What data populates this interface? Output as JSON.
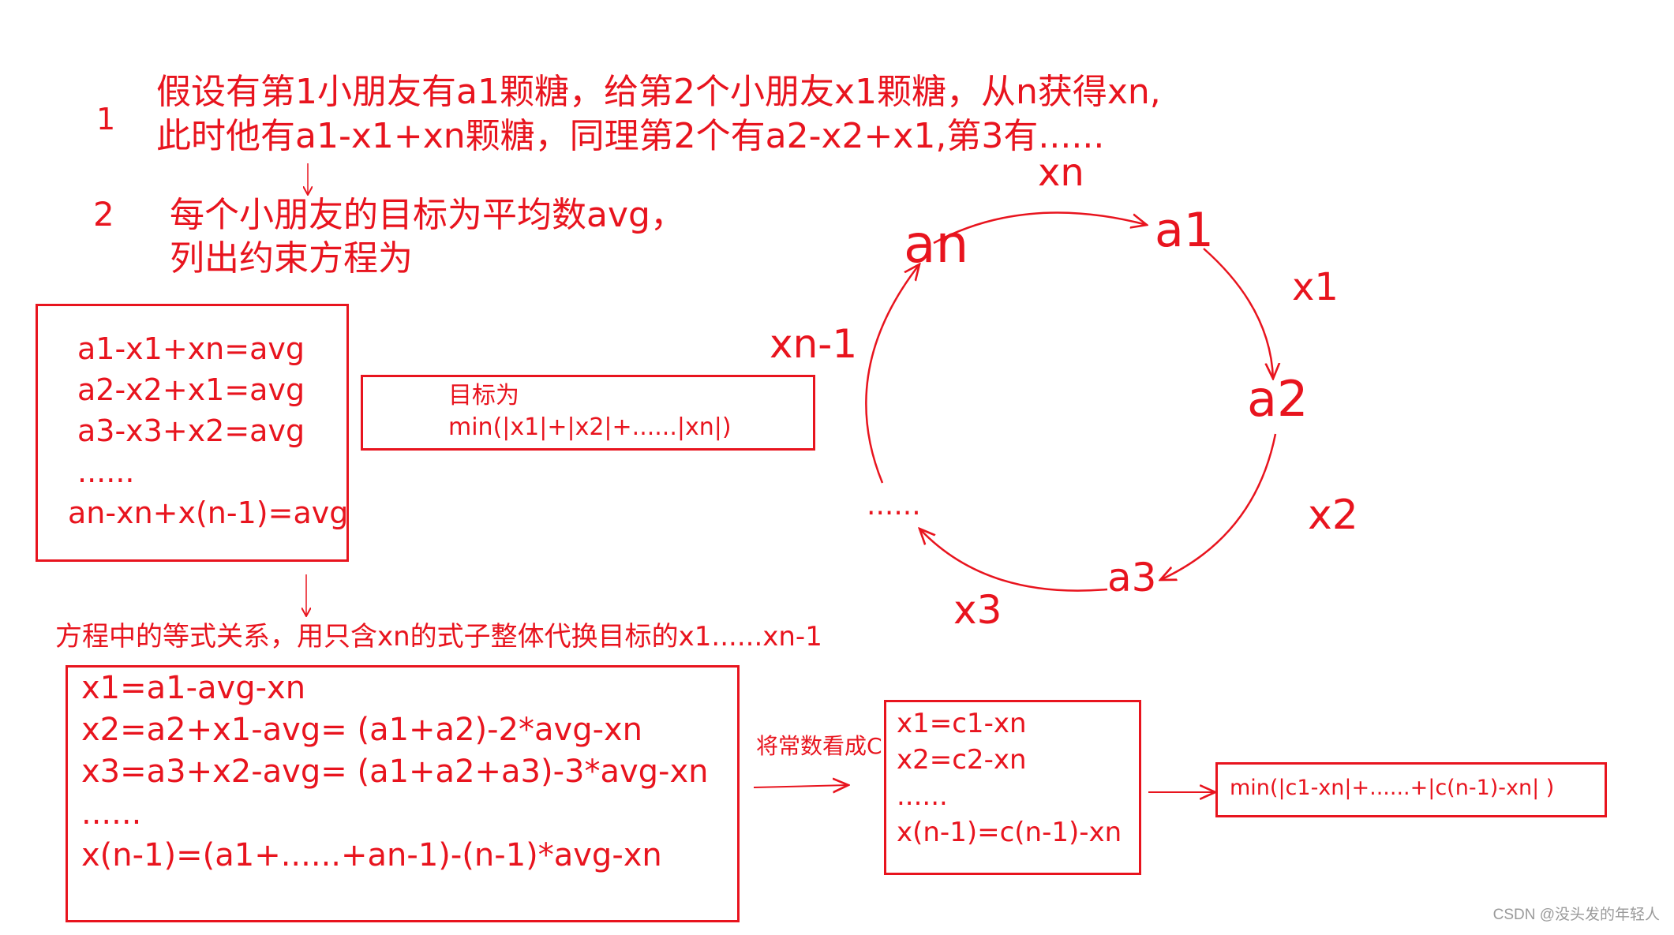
{
  "colors": {
    "ink": "#e8141e",
    "background": "#ffffff",
    "watermark": "#9a9a9a"
  },
  "step1": {
    "number": "1",
    "line1": "假设有第1小朋友有a1颗糖，给第2个小朋友x1颗糖，从n获得xn,",
    "line2": "此时他有a1-x1+xn颗糖，同理第2个有a2-x2+x1,第3有......"
  },
  "step2": {
    "number": "2",
    "line1": "每个小朋友的目标为平均数avg，",
    "line2": "列出约束方程为"
  },
  "equations_box": {
    "lines": [
      "a1-x1+xn=avg",
      "a2-x2+x1=avg",
      "a3-x3+x2=avg",
      "......",
      "an-xn+x(n-1)=avg"
    ]
  },
  "goal_box": {
    "line1": "目标为",
    "line2": "min(|x1|+|x2|+......|xn|)"
  },
  "cycle": {
    "nodes": {
      "an": "an",
      "a1": "a1",
      "a2": "a2",
      "a3": "a3",
      "dots": "......"
    },
    "edges": {
      "xn": "xn",
      "x1": "x1",
      "x2": "x2",
      "x3": "x3",
      "xn_minus_1": "xn-1"
    }
  },
  "substitution": {
    "caption": "方程中的等式关系，用只含xn的式子整体代换目标的x1......xn-1",
    "lines": [
      "x1=a1-avg-xn",
      "x2=a2+x1-avg= (a1+a2)-2*avg-xn",
      "x3=a3+x2-avg= (a1+a2+a3)-3*avg-xn",
      "......",
      "x(n-1)=(a1+......+an-1)-(n-1)*avg-xn"
    ]
  },
  "constants_note": "将常数看成Ci",
  "ci_box": {
    "lines": [
      "x1=c1-xn",
      "x2=c2-xn",
      "......",
      "x(n-1)=c(n-1)-xn"
    ]
  },
  "final_box": {
    "text": "min(|c1-xn|+......+|c(n-1)-xn| )"
  },
  "watermark": "CSDN @没头发的年轻人"
}
